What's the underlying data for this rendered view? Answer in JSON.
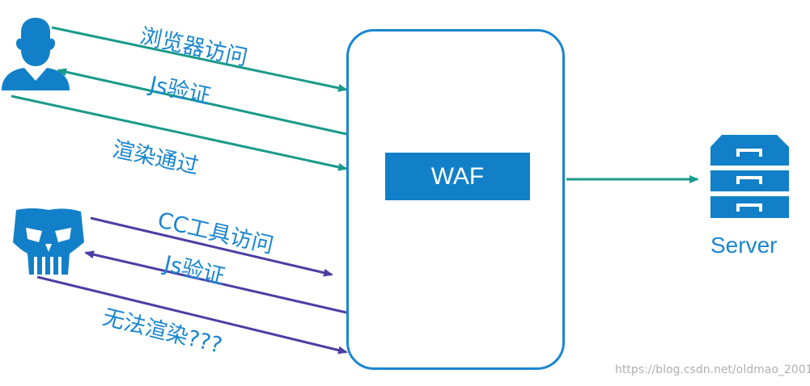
{
  "waf": {
    "label": "WAF"
  },
  "server": {
    "label": "Server",
    "icon": "server-icon"
  },
  "browser_flow": {
    "actor_icon": "user-icon",
    "request_label": "浏览器访问",
    "challenge_label": "Js验证",
    "pass_label": "渲染通过",
    "color": "#1a9a8a"
  },
  "attacker_flow": {
    "actor_icon": "skull-icon",
    "request_label": "CC工具访问",
    "challenge_label": "Js验证",
    "fail_label": "无法渲染???",
    "color": "#4b3ea3"
  },
  "watermark": "https://blog.csdn.net/oldmao_2001",
  "colors": {
    "accent": "#1a86d0",
    "teal": "#1a9a8a",
    "purple": "#4b3ea3"
  }
}
